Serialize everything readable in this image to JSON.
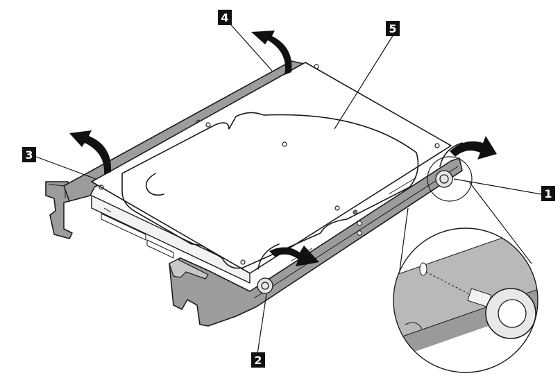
{
  "callouts": [
    {
      "id": "1",
      "label": "1"
    },
    {
      "id": "2",
      "label": "2"
    },
    {
      "id": "3",
      "label": "3"
    },
    {
      "id": "4",
      "label": "4"
    },
    {
      "id": "5",
      "label": "5"
    }
  ],
  "colors": {
    "bracket": "#9c9c9c",
    "callout_box": "#111111",
    "callout_text": "#ffffff",
    "line": "#1a1a1a"
  }
}
